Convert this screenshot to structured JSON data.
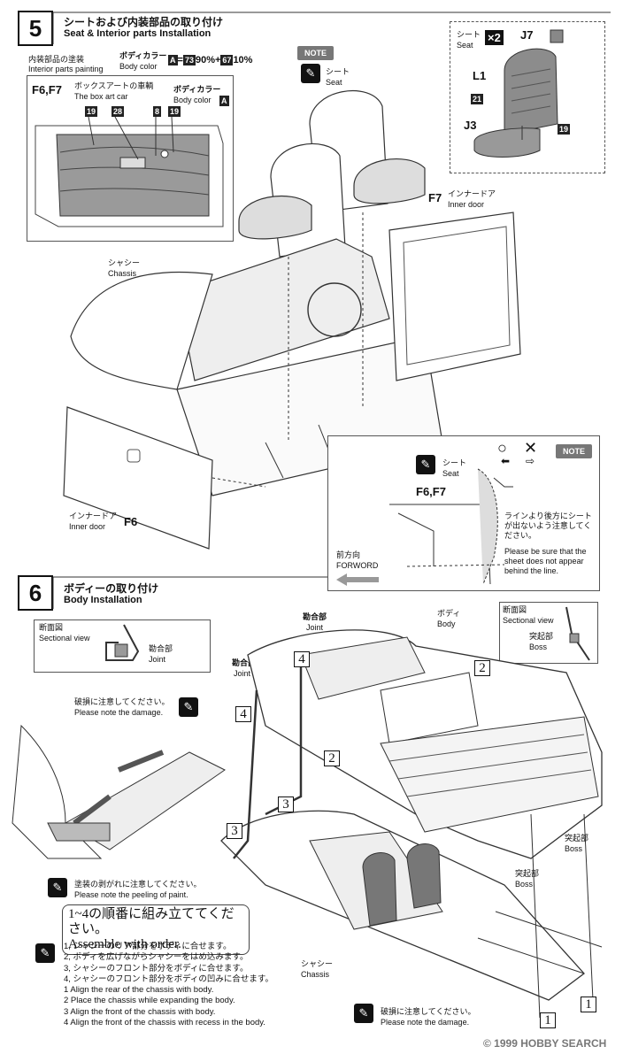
{
  "step5": {
    "number": "5",
    "title_jp": "シートおよび内装部品の取り付け",
    "title_en": "Seat & Interior parts Installation",
    "painting": {
      "label_jp": "内装部品の塗装",
      "label_en": "Interior parts painting",
      "body_color_jp": "ボディカラー",
      "body_color_en": "Body color",
      "color_code": "A",
      "formula_a": "73",
      "formula_a_pct": "90%",
      "formula_plus": "+",
      "formula_b": "67",
      "formula_b_pct": "10%",
      "formula_eq": "="
    },
    "inset": {
      "parts": "F6,F7",
      "box_art_jp": "ボックスアートの車輌",
      "box_art_en": "The box art car",
      "body_color_jp": "ボディカラー",
      "body_color_en": "Body color",
      "color_code": "A",
      "codes": [
        "19",
        "28",
        "8",
        "19"
      ]
    },
    "note_label": "NOTE",
    "seat_jp": "シート",
    "seat_en": "Seat",
    "seat_detail": {
      "seat_jp": "シート",
      "seat_en": "Seat",
      "qty": "×2",
      "parts": [
        "J7",
        "L1",
        "21",
        "J3",
        "19"
      ]
    },
    "f7": "F7",
    "inner_door_jp": "インナードア",
    "inner_door_en": "Inner door",
    "chassis_jp": "シャシー",
    "chassis_en": "Chassis",
    "f6": "F6",
    "inner_door2_jp": "インナードア",
    "inner_door2_en": "Inner door",
    "note2": {
      "tag": "NOTE",
      "ok": "○",
      "ng": "✕",
      "seat_jp": "シート",
      "seat_en": "Seat",
      "parts": "F6,F7",
      "line_jp": "ラインより後方にシートが出ないよう注意してください。",
      "line_en": "Please be sure that the sheet does not appear behind the line.",
      "forward_jp": "前方向",
      "forward_en": "FORWORD"
    }
  },
  "step6": {
    "number": "6",
    "title_jp": "ボディーの取り付け",
    "title_en": "Body Installation",
    "sectional_left": {
      "label_jp": "断面図",
      "label_en": "Sectional view",
      "joint_jp": "勘合部",
      "joint_en": "Joint"
    },
    "sectional_right": {
      "label_jp": "断面図",
      "label_en": "Sectional view",
      "boss_jp": "突起部",
      "boss_en": "Boss"
    },
    "joint_top_jp": "勘合部",
    "joint_top_en": "Joint",
    "joint_left_jp": "勘合部",
    "joint_left_en": "Joint",
    "body_jp": "ボディ",
    "body_en": "Body",
    "damage_jp": "破損に注意してください。",
    "damage_en": "Please note the damage.",
    "peel_jp": "塗装の剥がれに注意してください。",
    "peel_en": "Please note the peeling of paint.",
    "boss1_jp": "突起部",
    "boss1_en": "Boss",
    "boss2_jp": "突起部",
    "boss2_en": "Boss",
    "chassis_jp": "シャシー",
    "chassis_en": "Chassis",
    "damage2_jp": "破損に注意してください。",
    "damage2_en": "Please note the damage.",
    "order_jp": "1~4の順番に組み立ててください。",
    "order_en": "Assemble with order.",
    "steps_jp": [
      "1, シャシーのリア部分をボディに合せます。",
      "2, ボディを広げながらシャシーをはめ込みます。",
      "3, シャシーのフロント部分をボディに合せます。",
      "4, シャシーのフロント部分をボディの凹みに合せます。"
    ],
    "steps_en": [
      "1 Align the rear of the chassis with body.",
      "2 Place the chassis while expanding the body.",
      "3 Align the front of the chassis with body.",
      "4 Align the front of the chassis with recess in the body."
    ],
    "markers": [
      "1",
      "2",
      "3",
      "4"
    ]
  },
  "watermark": "© 1999 HOBBY SEARCH"
}
